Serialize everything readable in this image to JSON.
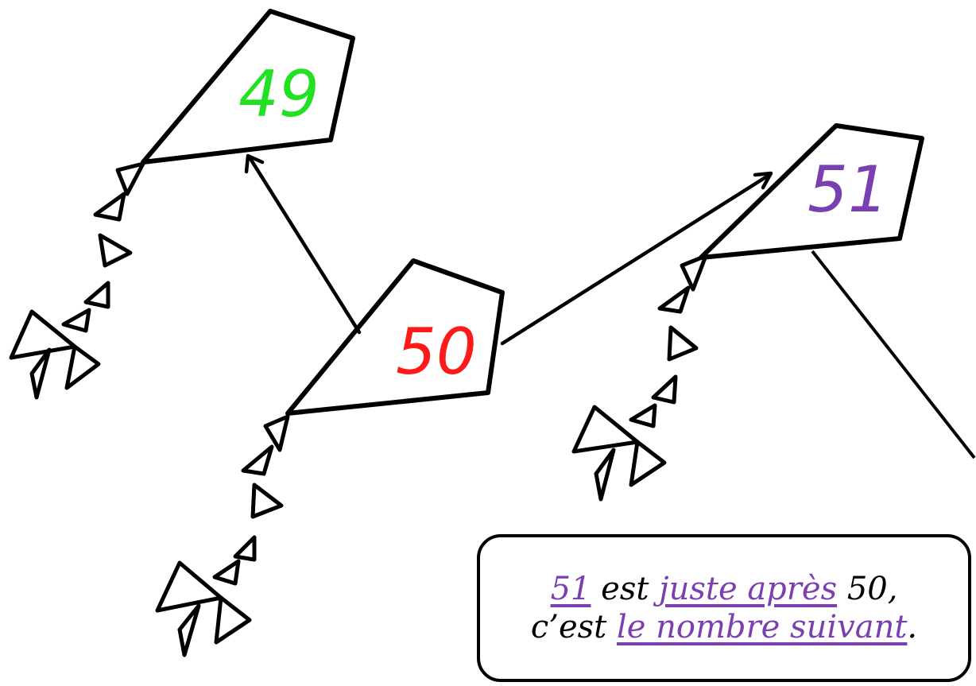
{
  "colors": {
    "prev": "#22e022",
    "current": "#ff1a1a",
    "next": "#7a3fb0",
    "ink": "#000000"
  },
  "kites": [
    {
      "id": "prev",
      "number": "49"
    },
    {
      "id": "current",
      "number": "50"
    },
    {
      "id": "next",
      "number": "51"
    }
  ],
  "info": {
    "line1": {
      "n1": "51",
      "t1": " est ",
      "hl": "juste après",
      "t2": " 50,"
    },
    "line2": {
      "t1": "c’est ",
      "hl": "le nombre suivant",
      "t2": "."
    }
  }
}
